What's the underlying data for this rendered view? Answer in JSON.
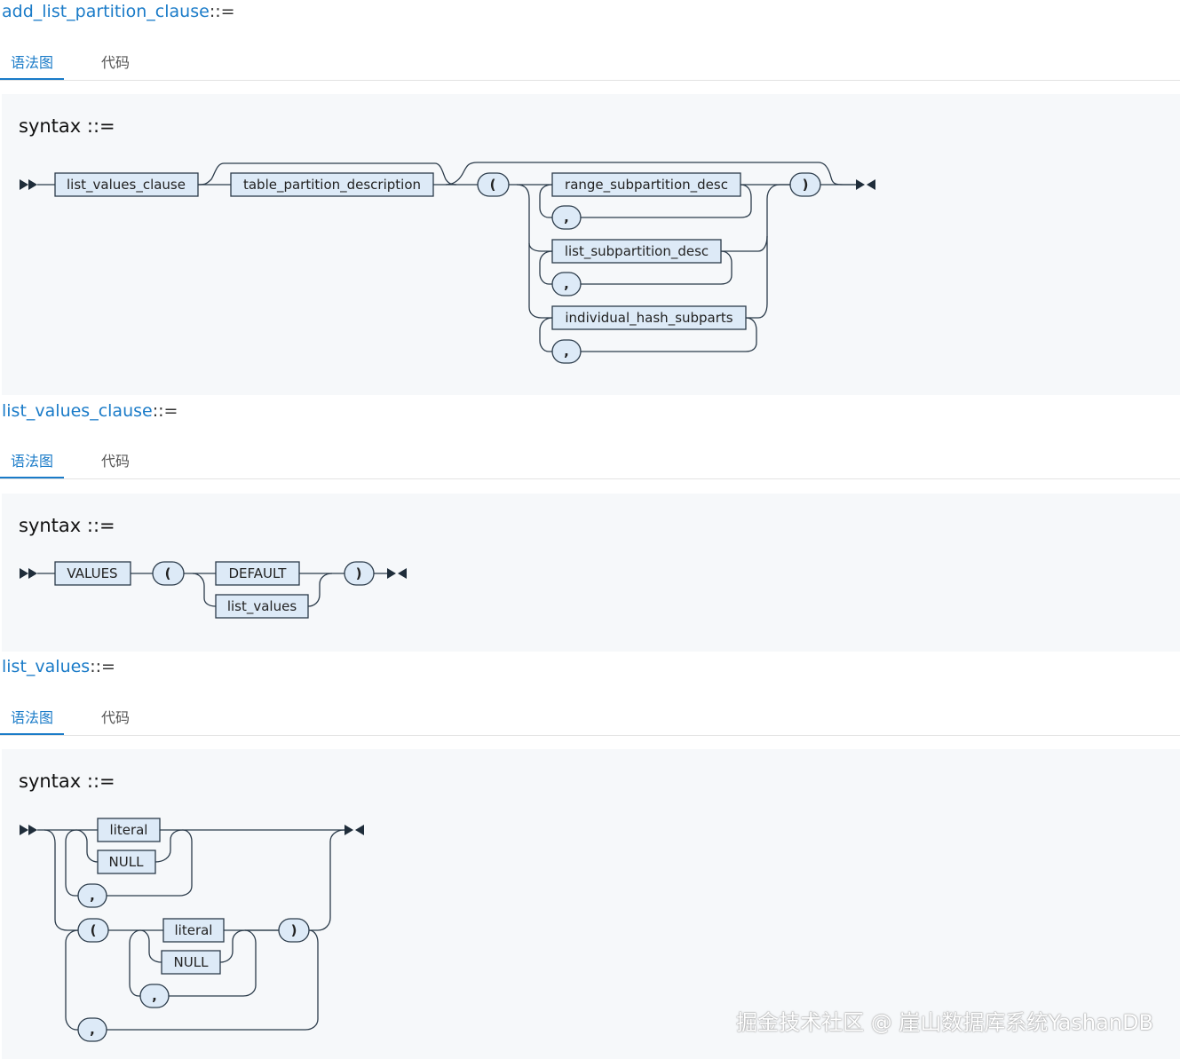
{
  "tabs": {
    "diagram": "语法图",
    "code": "代码"
  },
  "rules": [
    {
      "name": "add_list_partition_clause",
      "assign": "::=",
      "syntax": "syntax ::="
    },
    {
      "name": "list_values_clause",
      "assign": "::=",
      "syntax": "syntax ::="
    },
    {
      "name": "list_values",
      "assign": "::=",
      "syntax": "syntax ::="
    }
  ],
  "diagram1": {
    "nodes": {
      "list_values_clause": "list_values_clause",
      "table_partition_description": "table_partition_description",
      "open": "(",
      "range_subpartition_desc": "range_subpartition_desc",
      "list_subpartition_desc": "list_subpartition_desc",
      "individual_hash_subparts": "individual_hash_subparts",
      "comma": ",",
      "close": ")"
    }
  },
  "diagram2": {
    "nodes": {
      "values": "VALUES",
      "open": "(",
      "default": "DEFAULT",
      "list_values": "list_values",
      "close": ")"
    }
  },
  "diagram3": {
    "nodes": {
      "literal": "literal",
      "null": "NULL",
      "comma": ",",
      "open": "(",
      "close": ")"
    }
  },
  "watermark": "掘金技术社区 @ 崖山数据库系统YashanDB"
}
